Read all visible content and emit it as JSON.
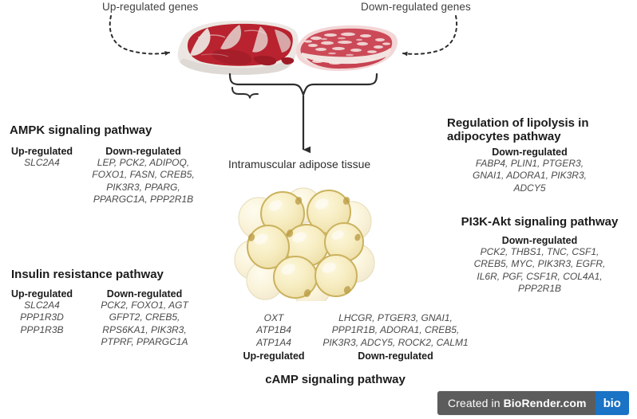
{
  "figure": {
    "top_labels": {
      "up": "Up-regulated genes",
      "down": "Down-regulated genes"
    },
    "center_label": "Intramuscular adipose tissue"
  },
  "pathways": {
    "ampk": {
      "title": "AMPK signaling pathway",
      "up_head": "Up-regulated",
      "up_genes": "SLC2A4",
      "down_head": "Down-regulated",
      "down_genes": "LEP, PCK2, ADIPOQ,\nFOXO1, FASN, CREB5,\nPIK3R3, PPARG,\nPPARGC1A, PPP2R1B"
    },
    "insulin": {
      "title": "Insulin resistance pathway",
      "up_head": "Up-regulated",
      "up_genes": "SLC2A4\nPPP1R3D\nPPP1R3B",
      "down_head": "Down-regulated",
      "down_genes": "PCK2, FOXO1, AGT\nGFPT2, CREB5,\nRPS6KA1, PIK3R3,\nPTPRF, PPARGC1A"
    },
    "lipolysis": {
      "title": "Regulation of lipolysis in\nadipocytes pathway",
      "down_head": "Down-regulated",
      "down_genes": "FABP4, PLIN1, PTGER3,\nGNAI1, ADORA1, PIK3R3,\nADCY5"
    },
    "pi3k": {
      "title": "PI3K-Akt signaling pathway",
      "down_head": "Down-regulated",
      "down_genes": "PCK2, THBS1, TNC, CSF1,\nCREB5, MYC, PIK3R3, EGFR,\nIL6R, PGF, CSF1R, COL4A1,\nPPP2R1B"
    },
    "camp": {
      "title": "cAMP signaling pathway",
      "up_head": "Up-regulated",
      "up_genes": "OXT\nATP1B4\nATP1A4",
      "down_head": "Down-regulated",
      "down_genes": "LHCGR, PTGER3, GNAI1,\nPPP1R1B, ADORA1, CREB5,\nPIK3R3, ADCY5,  ROCK2,  CALM1"
    }
  },
  "badge": {
    "prefix": "Created in",
    "brand": "BioRender.com",
    "logo": "bio"
  },
  "colors": {
    "meat_dark": "#b8232f",
    "meat_light": "#d4566a",
    "fat_white": "#ece8e4",
    "adipose_fill": "#f6ecc4",
    "adipose_stroke": "#cbb25e",
    "text_dark": "#1b1b1b",
    "text_gray": "#4a4a4a",
    "badge_gray": "#5c5c5c",
    "badge_blue": "#1a73c4"
  }
}
